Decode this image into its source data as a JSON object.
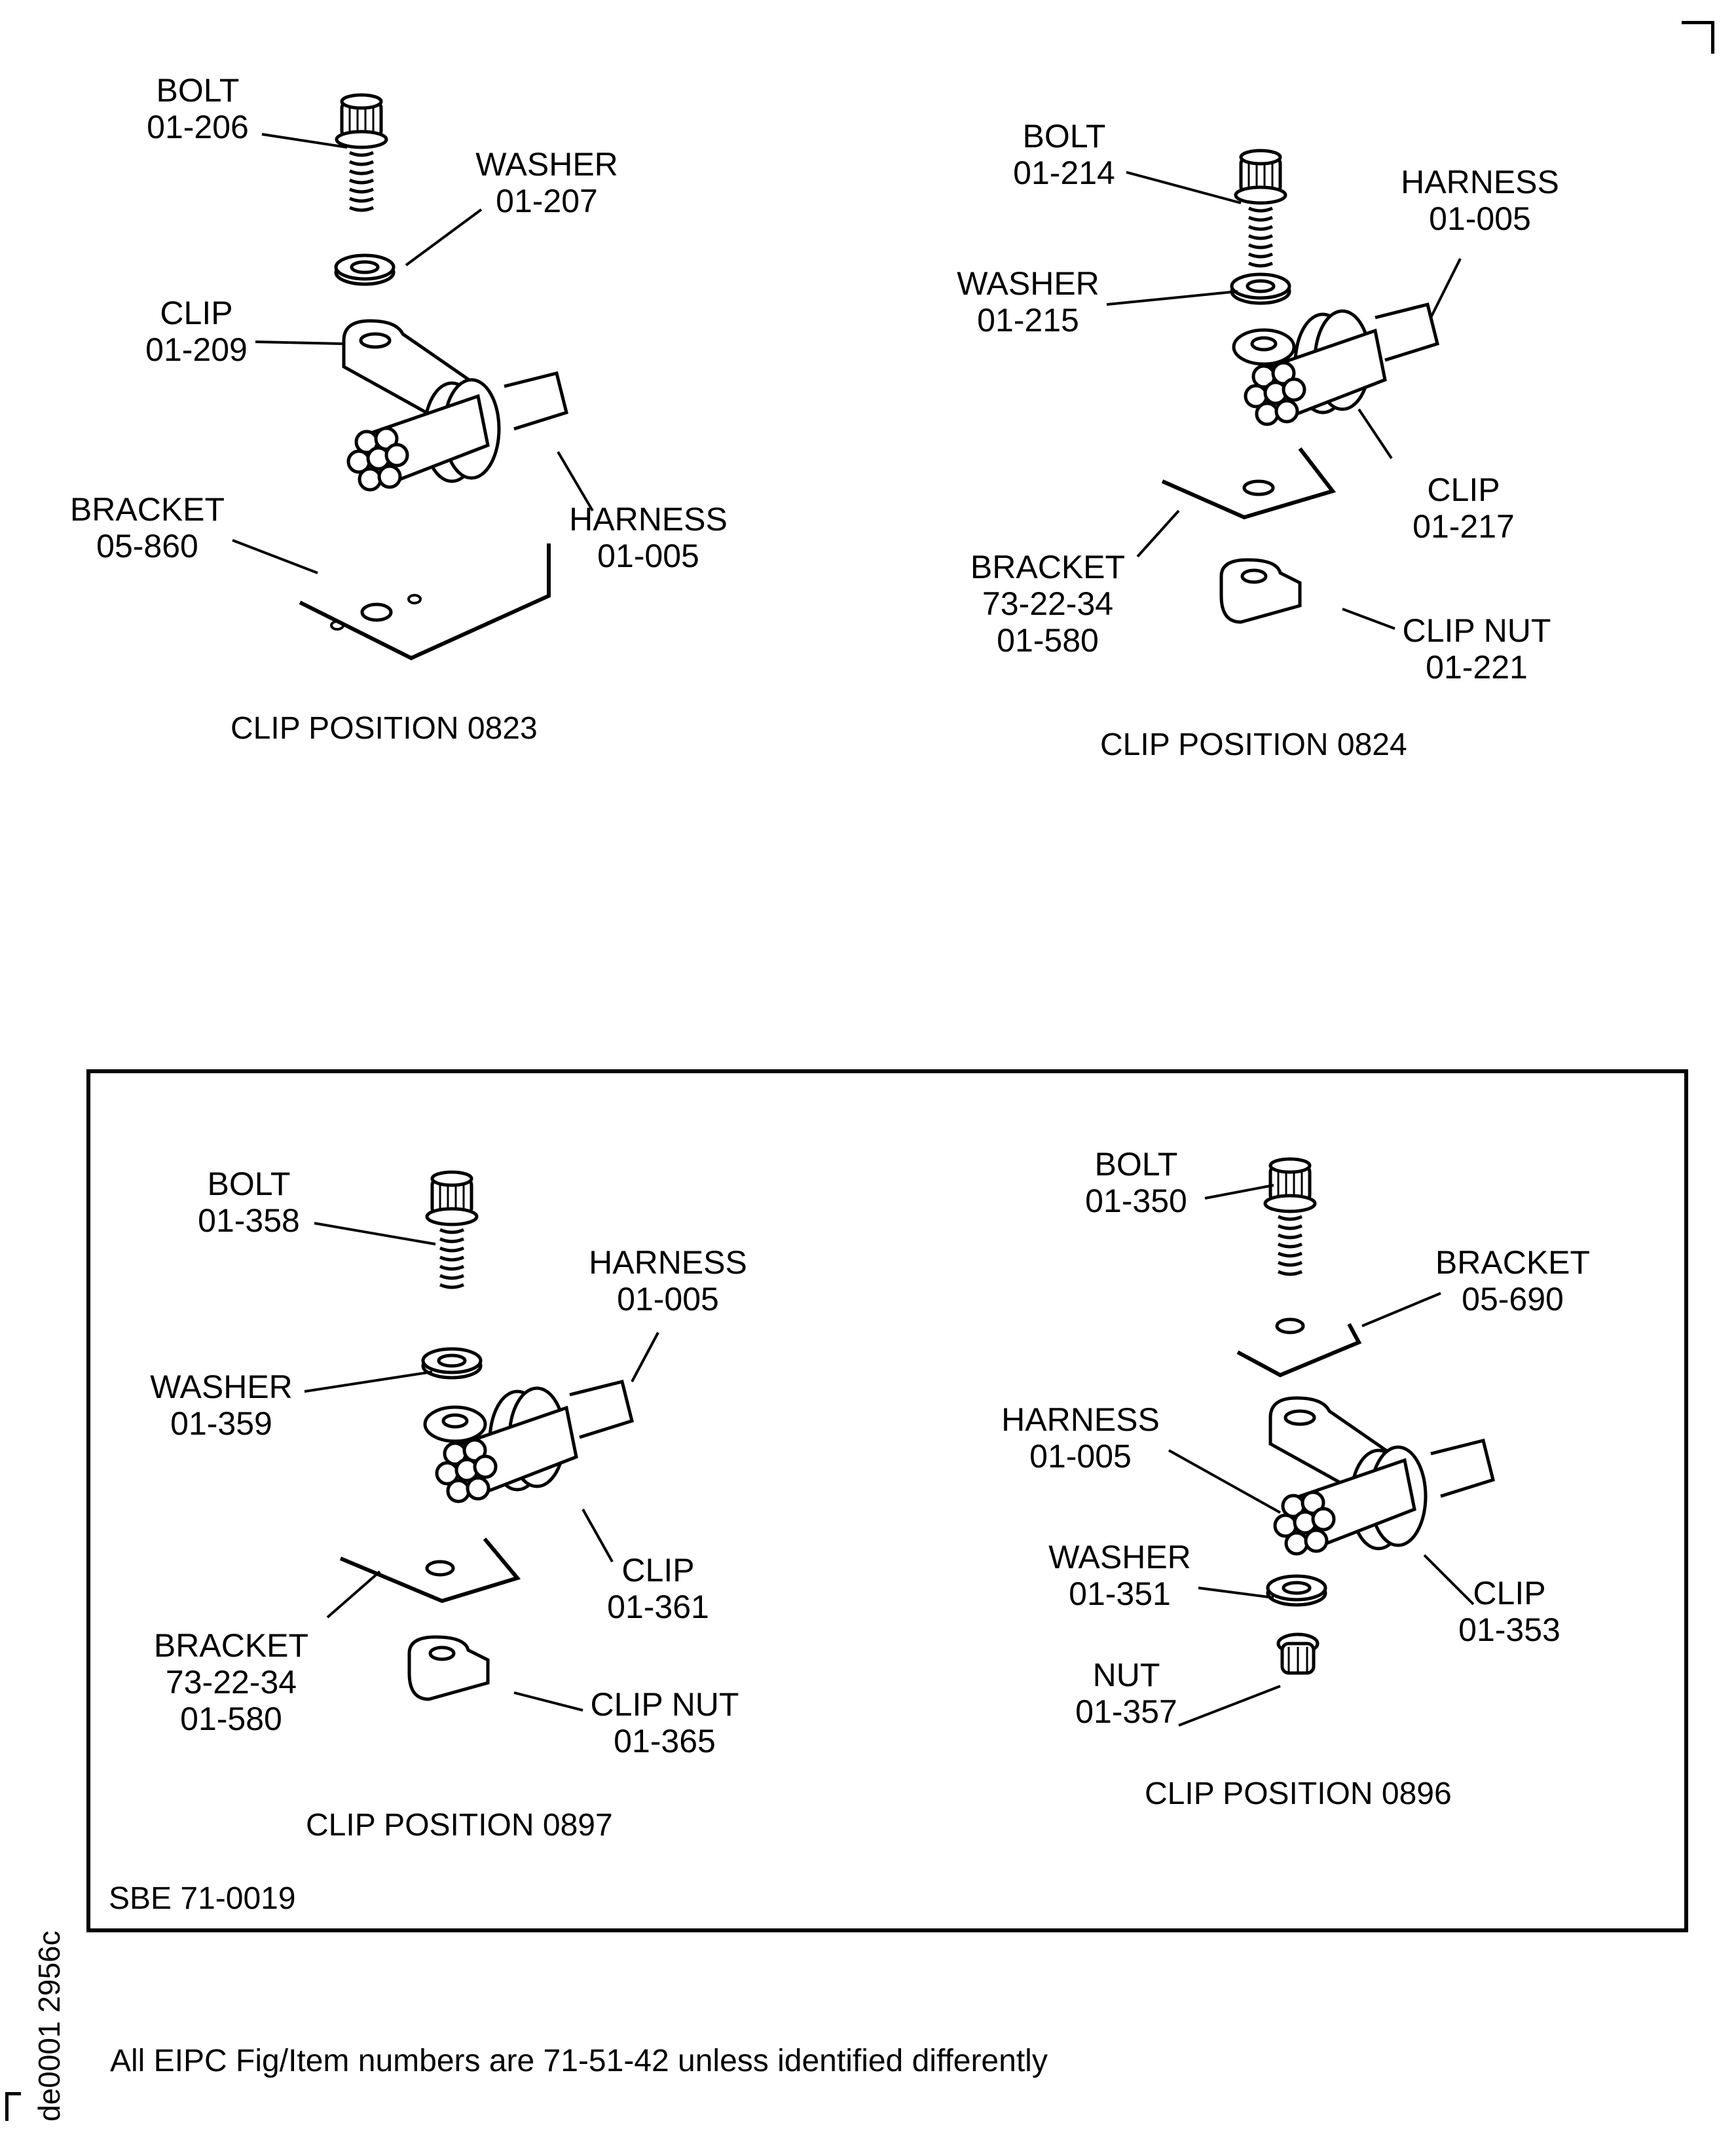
{
  "page": {
    "corner_mark": "corner-mark",
    "document_id": "de0001 2956c",
    "footnote": "All EIPC Fig/Item numbers are 71-51-42 unless identified differently",
    "sbe_reference": "SBE 71-0019"
  },
  "views": [
    {
      "caption": "CLIP POSITION 0823",
      "parts": [
        {
          "name": "BOLT",
          "number": "01-206"
        },
        {
          "name": "WASHER",
          "number": "01-207"
        },
        {
          "name": "CLIP",
          "number": "01-209"
        },
        {
          "name": "BRACKET",
          "number": "05-860"
        },
        {
          "name": "HARNESS",
          "number": "01-005"
        }
      ]
    },
    {
      "caption": "CLIP POSITION 0824",
      "parts": [
        {
          "name": "BOLT",
          "number": "01-214"
        },
        {
          "name": "HARNESS",
          "number": "01-005"
        },
        {
          "name": "WASHER",
          "number": "01-215"
        },
        {
          "name": "CLIP",
          "number": "01-217"
        },
        {
          "name": "BRACKET",
          "number": "73-22-34",
          "number2": "01-580"
        },
        {
          "name": "CLIP NUT",
          "number": "01-221"
        }
      ]
    },
    {
      "caption": "CLIP POSITION 0897",
      "parts": [
        {
          "name": "BOLT",
          "number": "01-358"
        },
        {
          "name": "HARNESS",
          "number": "01-005"
        },
        {
          "name": "WASHER",
          "number": "01-359"
        },
        {
          "name": "CLIP",
          "number": "01-361"
        },
        {
          "name": "BRACKET",
          "number": "73-22-34",
          "number2": "01-580"
        },
        {
          "name": "CLIP NUT",
          "number": "01-365"
        }
      ]
    },
    {
      "caption": "CLIP POSITION 0896",
      "parts": [
        {
          "name": "BOLT",
          "number": "01-350"
        },
        {
          "name": "BRACKET",
          "number": "05-690"
        },
        {
          "name": "HARNESS",
          "number": "01-005"
        },
        {
          "name": "WASHER",
          "number": "01-351"
        },
        {
          "name": "CLIP",
          "number": "01-353"
        },
        {
          "name": "NUT",
          "number": "01-357"
        }
      ]
    }
  ]
}
